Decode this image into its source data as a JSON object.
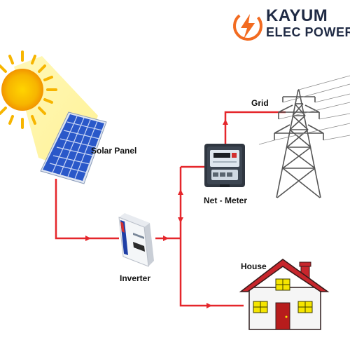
{
  "brand": {
    "line1": "KAYUM",
    "line2": "ELEC POWER",
    "text_color": "#1f2a44",
    "accent_color": "#f26b21"
  },
  "labels": {
    "solar_panel": "Solar Panel",
    "inverter": "Inverter",
    "net_meter": "Net - Meter",
    "grid": "Grid",
    "house": "House"
  },
  "colors": {
    "wire": "#e5262b",
    "sun": "#f7b500",
    "sun_glow": "#fff3a0",
    "panel": "#2a58c9",
    "house_body": "#f5f5f5",
    "roof": "#c8262c",
    "window": "#f5e500",
    "door": "#b71c1c"
  },
  "icons": [
    "bolt-logo-icon",
    "sun-icon",
    "solar-panel-icon",
    "inverter-icon",
    "meter-icon",
    "transmission-tower-icon",
    "house-icon"
  ]
}
